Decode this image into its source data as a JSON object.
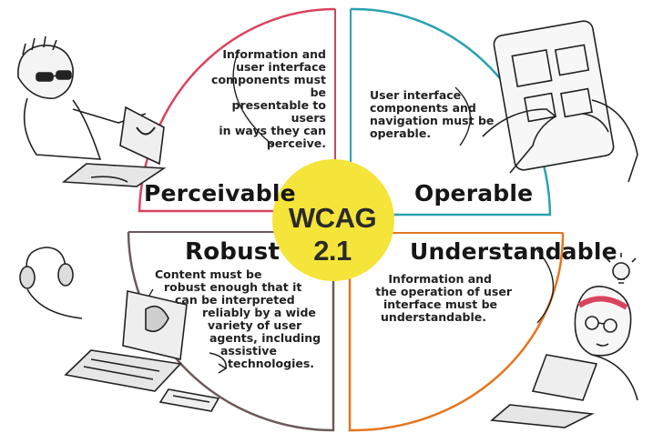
{
  "center": {
    "label": "WCAG 2.1",
    "color": "#f5e43a"
  },
  "quadrants": {
    "perceivable": {
      "title": "Perceivable",
      "description": [
        "Information and",
        "user interface",
        "components must be",
        "presentable to users",
        "in ways they can",
        "perceive."
      ],
      "color": "#d9435e"
    },
    "operable": {
      "title": "Operable",
      "description": [
        "User interface",
        "components and",
        "navigation must be",
        "operable."
      ],
      "color": "#2aa2b0"
    },
    "robust": {
      "title": "Robust",
      "description": [
        "Content must be",
        "robust enough that it",
        "can be interpreted",
        "reliably by a wide",
        "variety of user",
        "agents, including",
        "assistive",
        "technologies."
      ],
      "color": "#6b5a59"
    },
    "understandable": {
      "title": "Understandable",
      "description": [
        "Information and",
        "the operation of user",
        "interface must be",
        "understandable."
      ],
      "color": "#e4761f"
    }
  }
}
